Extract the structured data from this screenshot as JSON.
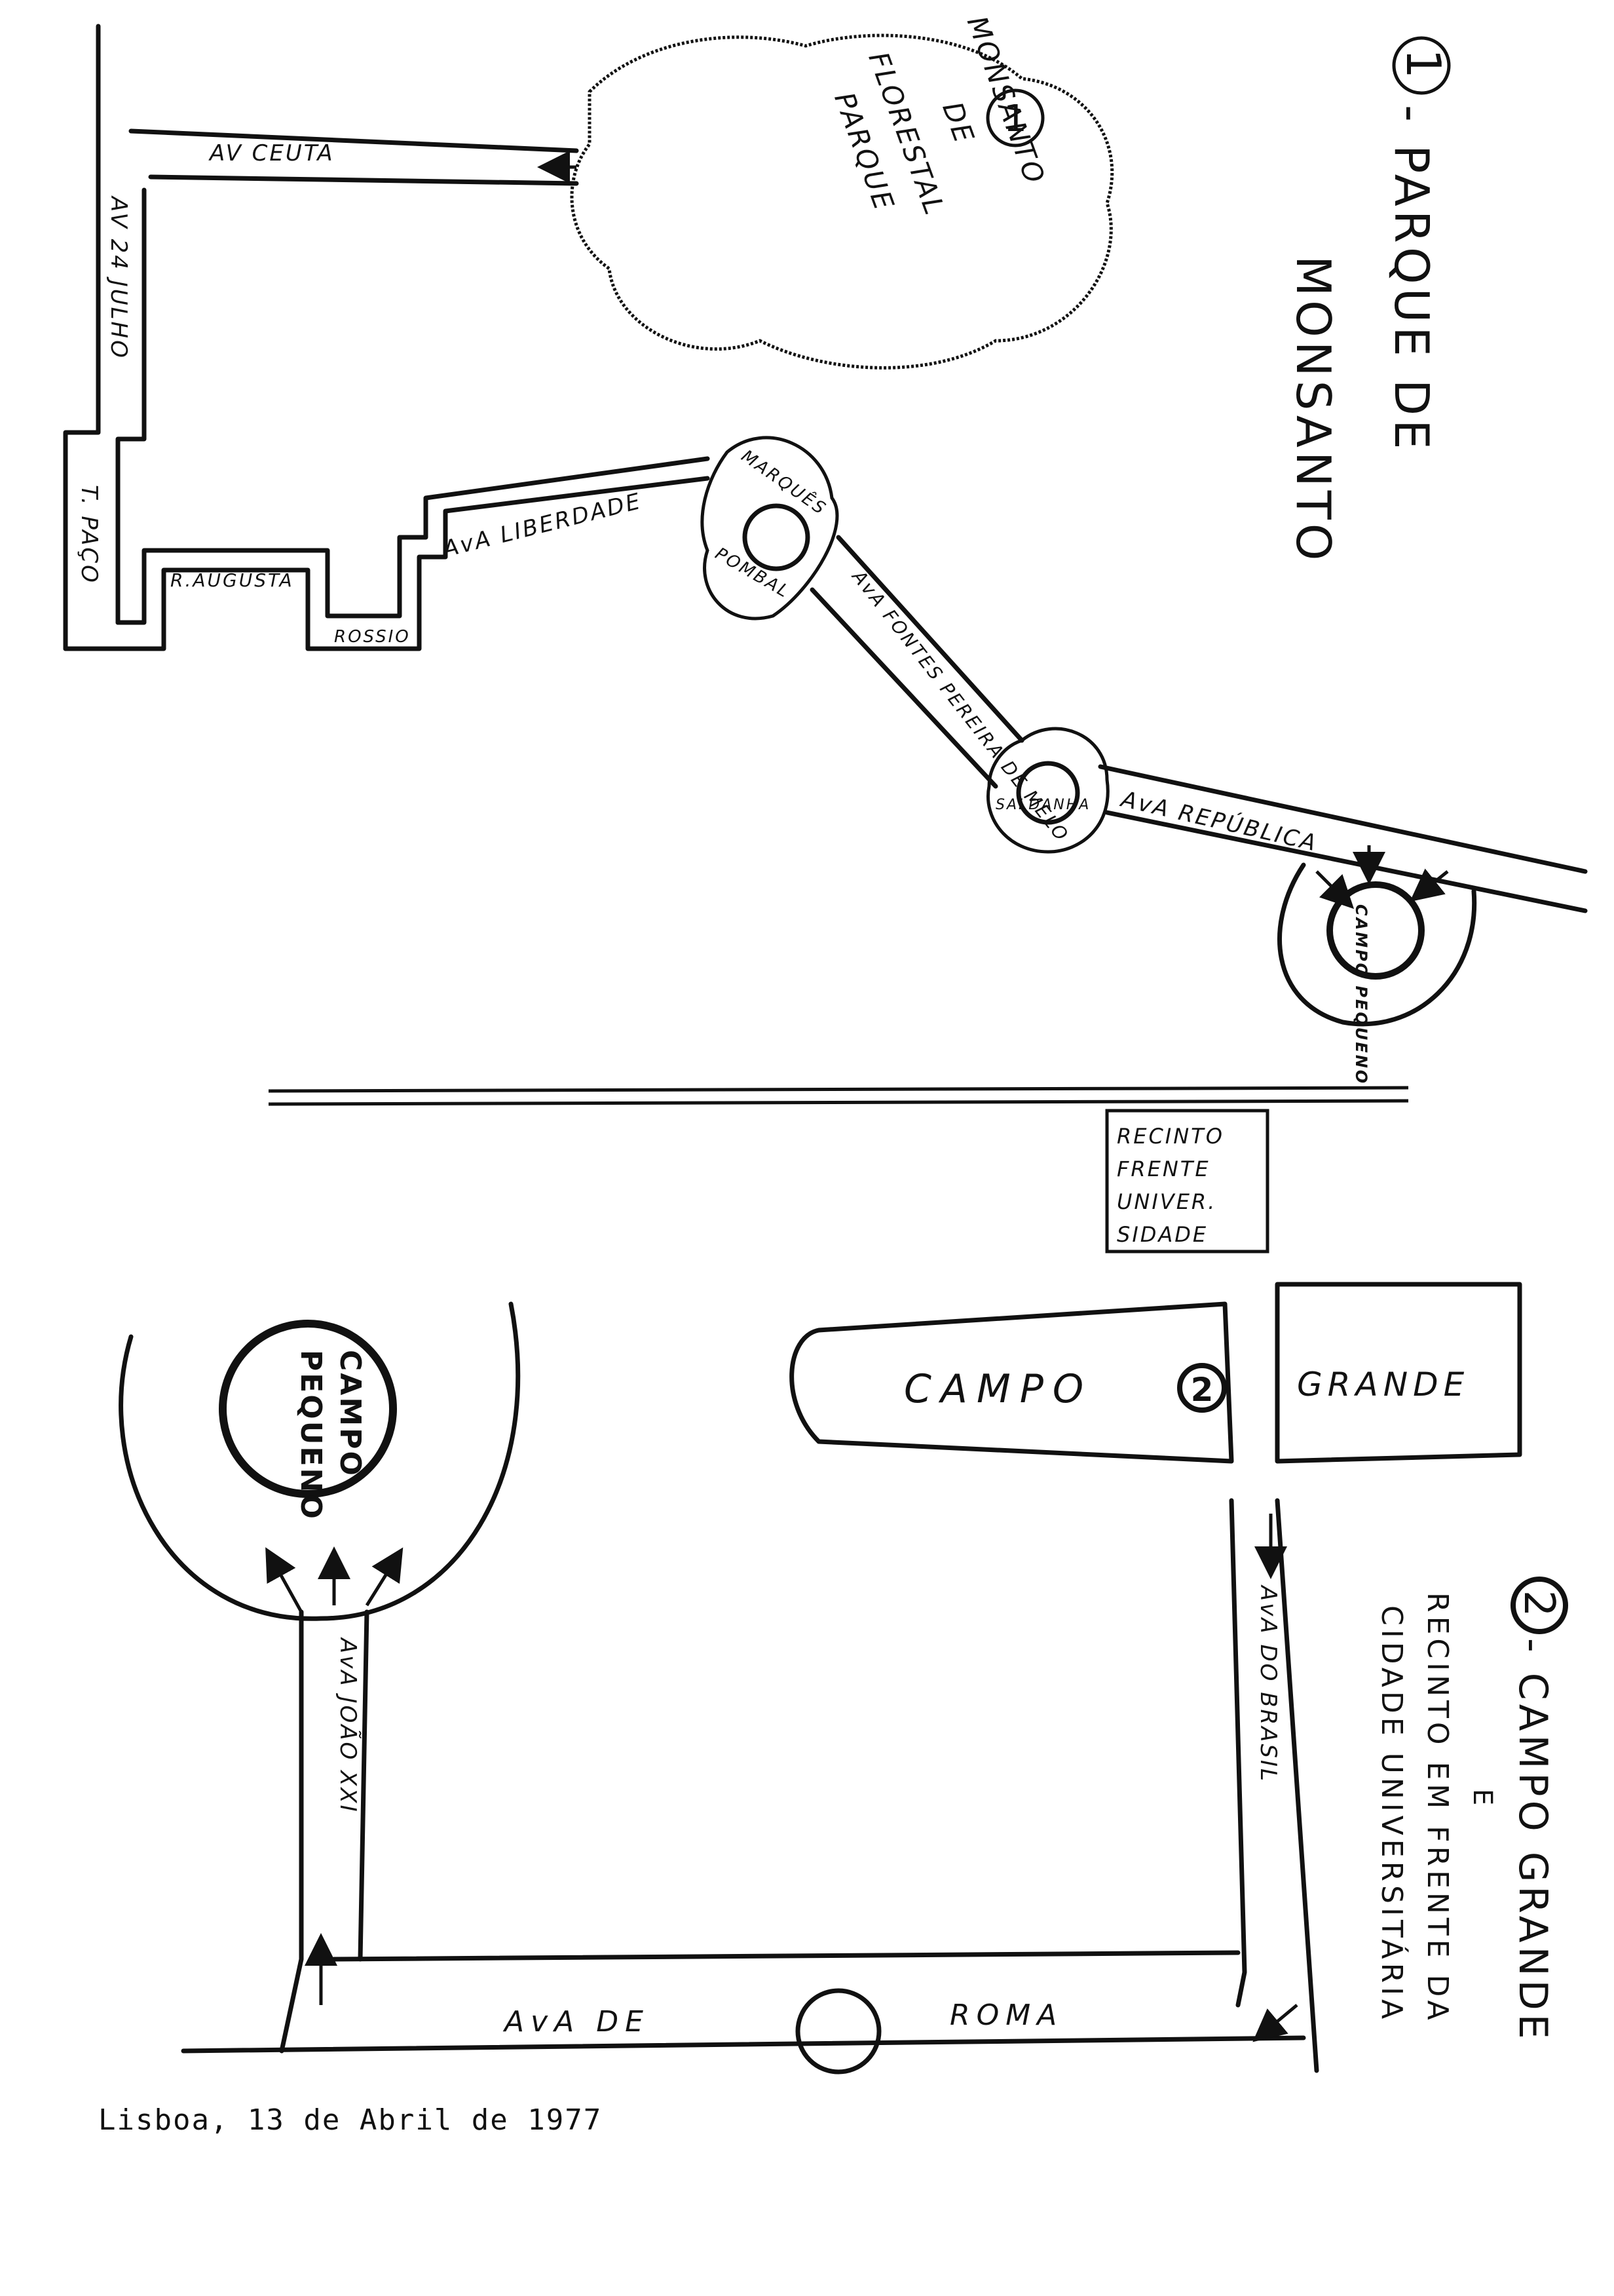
{
  "colors": {
    "ink": "#111111",
    "paper": "#ffffff"
  },
  "section1": {
    "number": "1",
    "title_a": "- PARQUE DE",
    "title_b": "MONSANTO",
    "park_number": "1",
    "park_line1": "PARQUE",
    "park_line2": "FLORESTAL",
    "park_line3": "DE",
    "park_line4": "MONSANTO"
  },
  "section1_roads": {
    "ceuta": "AV CEUTA",
    "julho": "AV 24 JULHO",
    "paco": "T. PAÇO",
    "augusta": "R.AUGUSTA",
    "rossio": "ROSSIO",
    "liberdade": "AvA LIBERDADE",
    "marques": "MARQUÊS",
    "pombal": "POMBAL",
    "fontes": "AvA FONTES PEREIRA DE MELO",
    "saldanha": "SALDANHA",
    "republica": "AvA REPÚBLICA",
    "campo_small": "CAMPO PEQUENO"
  },
  "section2": {
    "number": "2",
    "title_a": "- CAMPO GRANDE",
    "title_b": "E",
    "title_c": "RECINTO EM FRENTE DA",
    "title_d": "CIDADE UNIVERSITÁRIA"
  },
  "section2_map": {
    "recinto_1": "RECINTO",
    "recinto_2": "FRENTE",
    "recinto_3": "UNIVER.",
    "recinto_4": "SIDADE",
    "campo": "CAMPO",
    "grande": "GRANDE",
    "marker": "2",
    "brasil": "AvA DO BRASIL",
    "roma_a": "AvA DE",
    "roma_b": "ROMA",
    "joao": "AvA JOÃO XXI",
    "campo_pequeno_1": "CAMPO",
    "campo_pequeno_2": "PEQUENO"
  },
  "footer": {
    "text": "Lisboa, 13 de Abril de 1977"
  }
}
